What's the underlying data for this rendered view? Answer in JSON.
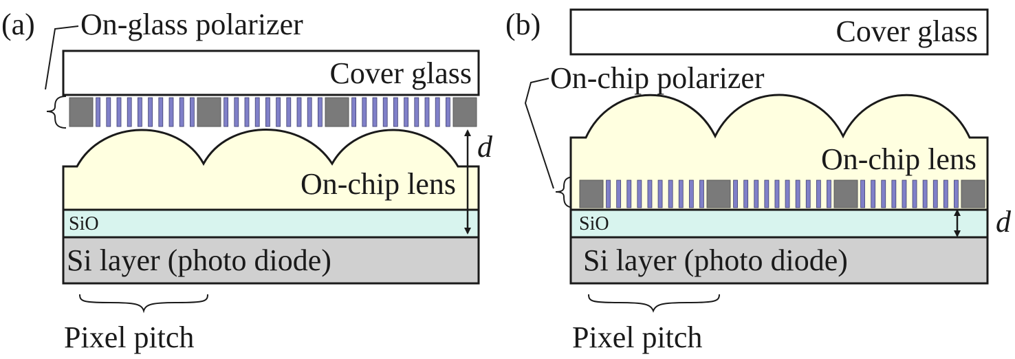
{
  "panel_a": {
    "tag": "(a)",
    "polarizer_label": "On-glass polarizer",
    "cover_glass_label": "Cover glass",
    "lens_label": "On-chip lens",
    "sio_label": "SiO",
    "si_label": "Si layer (photo diode)",
    "distance_label": "d",
    "pitch_label": "Pixel pitch"
  },
  "panel_b": {
    "tag": "(b)",
    "cover_glass_label": "Cover glass",
    "polarizer_label": "On-chip polarizer",
    "lens_label": "On-chip lens",
    "sio_label": "SiO",
    "si_label": "Si layer (photo diode)",
    "distance_label": "d",
    "pitch_label": "Pixel pitch"
  },
  "colors": {
    "lens_fill": "#ffffe0",
    "sio_fill": "#d8f4ee",
    "si_fill": "#d0d0d0",
    "grid_bar": "#8080c8",
    "grid_block": "#7a7a7a",
    "outline": "#1a1a1a"
  }
}
